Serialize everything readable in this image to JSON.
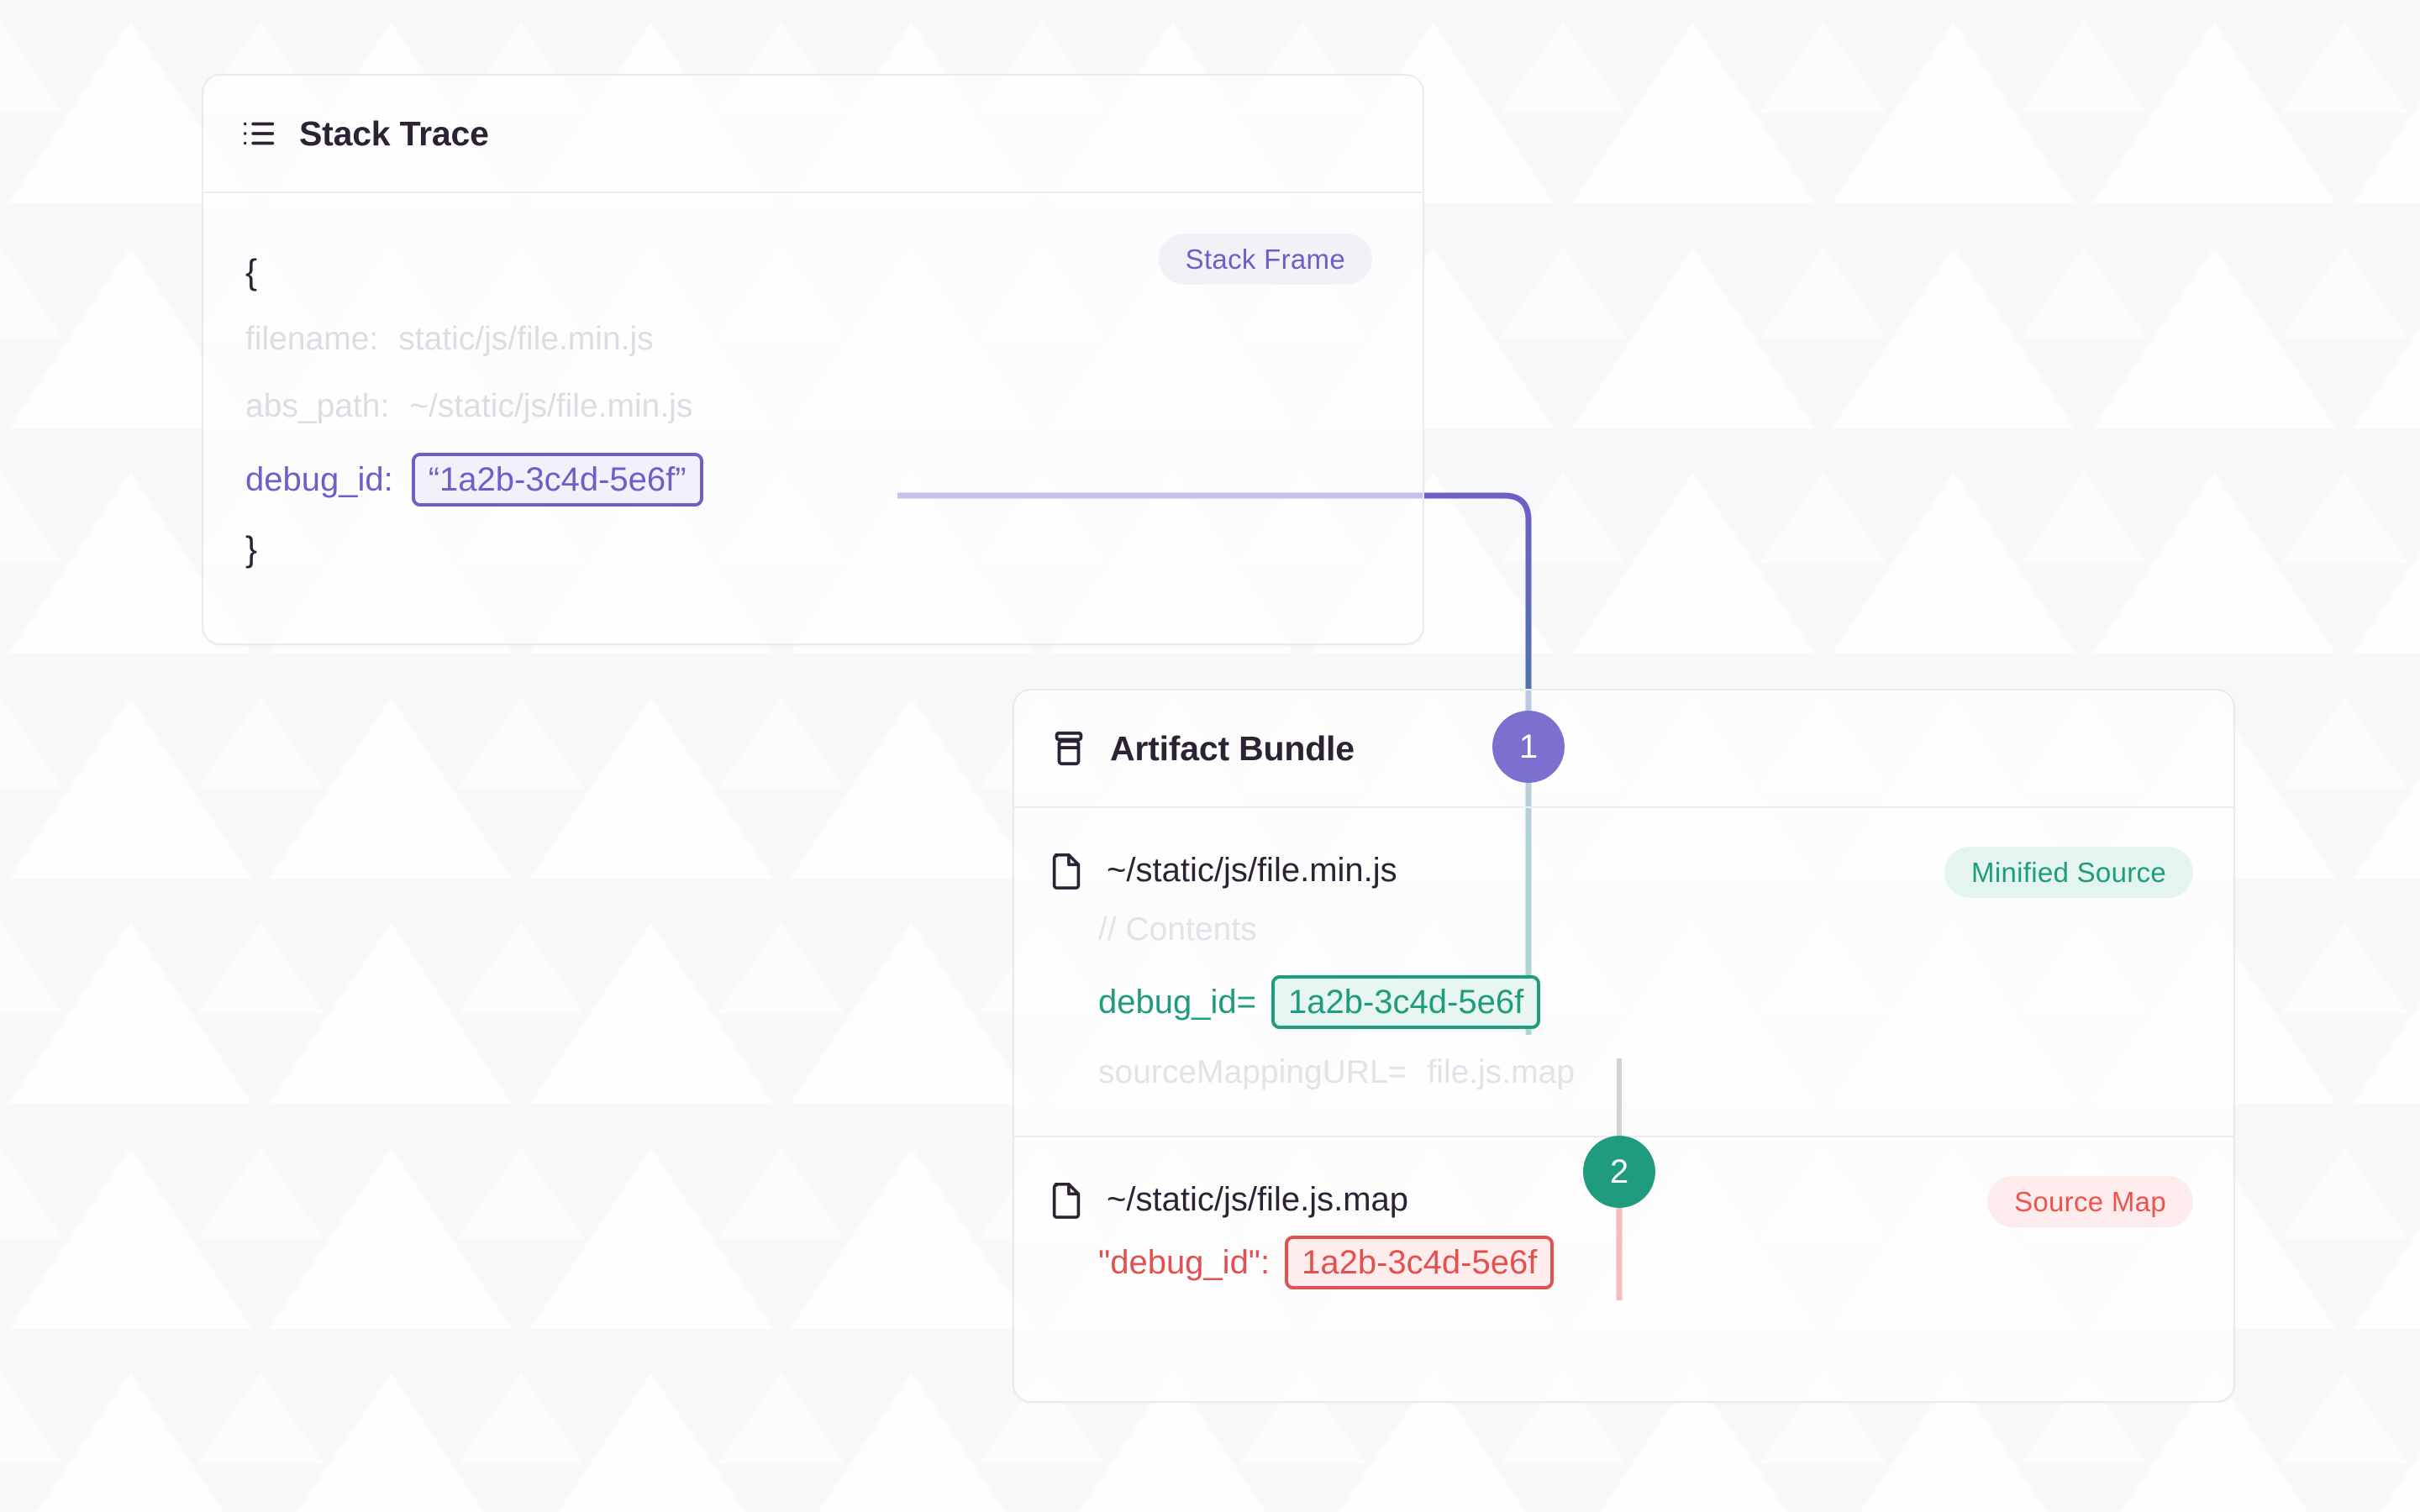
{
  "theme": {
    "page_background": "#f7f8fa",
    "panel_background": "#ffffff",
    "panel_border": "#e9eaee",
    "text": "#2b2233",
    "dim_text": "#dcdde2",
    "purple": "#6c5fc7",
    "green": "#1f9b7d",
    "red": "#e2504f",
    "badge_one_fill": "#7b6fd0",
    "badge_two_fill": "#1f9b7d"
  },
  "stack_trace": {
    "icon": "list-icon",
    "title": "Stack Trace",
    "tag": "Stack Frame",
    "open_brace": "{",
    "close_brace": "}",
    "fields": [
      {
        "key": "filename:",
        "value": "static/js/file.min.js"
      },
      {
        "key": "abs_path:",
        "value": "~/static/js/file.min.js"
      }
    ],
    "debug_id": {
      "key": "debug_id:",
      "value": "“1a2b-3c4d-5e6f”"
    }
  },
  "artifact_bundle": {
    "icon": "archive-icon",
    "title": "Artifact Bundle",
    "files": [
      {
        "icon": "file-icon",
        "name": "~/static/js/file.min.js",
        "tag": "Minified Source",
        "comment": "// Contents",
        "debug_id_key": "debug_id=",
        "debug_id_value": "1a2b-3c4d-5e6f",
        "source_mapping_key": "sourceMappingURL=",
        "source_mapping_value": "file.js.map"
      },
      {
        "icon": "file-icon",
        "name": "~/static/js/file.js.map",
        "tag": "Source Map",
        "debug_id_key": "\"debug_id\":",
        "debug_id_value": "1a2b-3c4d-5e6f"
      }
    ]
  },
  "connectors": {
    "step_one": "1",
    "step_two": "2"
  }
}
